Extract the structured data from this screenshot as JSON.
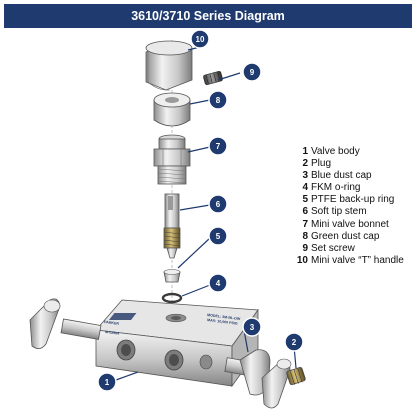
{
  "header": {
    "title": "3610/3710 Series Diagram"
  },
  "colors": {
    "header_bg": "#1f3a6f",
    "callout_bg": "#1f3a6f",
    "callout_text": "#ffffff"
  },
  "callouts": [
    {
      "number": "1"
    },
    {
      "number": "2"
    },
    {
      "number": "3"
    },
    {
      "number": "4"
    },
    {
      "number": "5"
    },
    {
      "number": "6"
    },
    {
      "number": "7"
    },
    {
      "number": "8"
    },
    {
      "number": "9"
    },
    {
      "number": "10"
    }
  ],
  "legend": {
    "items": [
      {
        "number": "1",
        "label": "Valve body"
      },
      {
        "number": "2",
        "label": "Plug"
      },
      {
        "number": "3",
        "label": "Blue dust cap"
      },
      {
        "number": "4",
        "label": "FKM o-ring"
      },
      {
        "number": "5",
        "label": "PTFE back-up ring"
      },
      {
        "number": "6",
        "label": "Soft tip stem"
      },
      {
        "number": "7",
        "label": "Mini valve bonnet"
      },
      {
        "number": "8",
        "label": "Green dust cap"
      },
      {
        "number": "9",
        "label": "Set screw"
      },
      {
        "number": "10",
        "label": "Mini valve “T” handle"
      }
    ]
  },
  "body_marking": {
    "brand": "PARKER",
    "model": "MODEL: 3M-BL-DW",
    "pressure": "MAX: 10,000 PSIG",
    "serial": "M-02564"
  }
}
